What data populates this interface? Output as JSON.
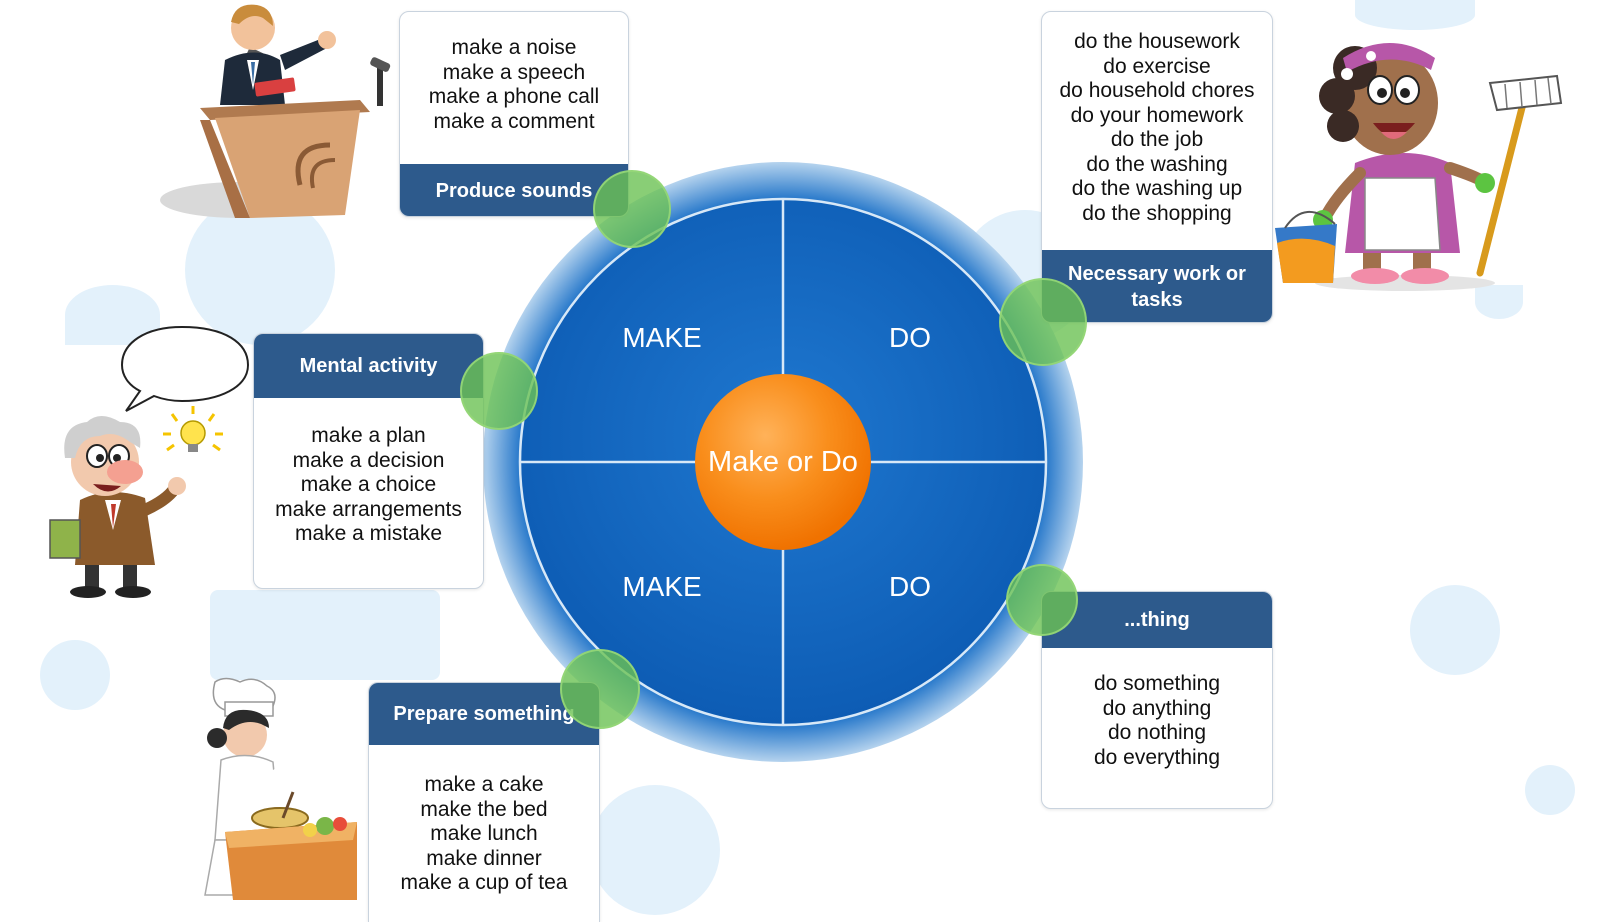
{
  "center": {
    "label": "Make or Do"
  },
  "quadrants": {
    "top_left": "MAKE",
    "top_right": "DO",
    "bottom_left": "MAKE",
    "bottom_right": "DO"
  },
  "cards": {
    "produce_sounds": {
      "title": "Produce sounds",
      "items": [
        "make a noise",
        "make a speech",
        "make a phone call",
        "make a comment"
      ]
    },
    "necessary_work": {
      "title": "Necessary work or tasks",
      "items": [
        "do the housework",
        "do exercise",
        "do household chores",
        "do your homework",
        "do the job",
        "do the washing",
        "do the washing up",
        "do the shopping"
      ]
    },
    "mental_activity": {
      "title": "Mental activity",
      "items": [
        "make a plan",
        "make a decision",
        "make a choice",
        "make arrangements",
        "make a mistake"
      ]
    },
    "thing": {
      "title": "...thing",
      "items": [
        "do something",
        "do anything",
        "do nothing",
        "do everything"
      ]
    },
    "prepare_something": {
      "title": "Prepare something",
      "items": [
        "make a cake",
        "make the bed",
        "make lunch",
        "make dinner",
        "make a cup of tea"
      ]
    }
  },
  "colors": {
    "card_header": "#2d5a8c",
    "wheel_blue": "#1565c0",
    "center_orange": "#f57f17",
    "connector_green": "#6cc254",
    "bubble": "#e3f1fb"
  }
}
